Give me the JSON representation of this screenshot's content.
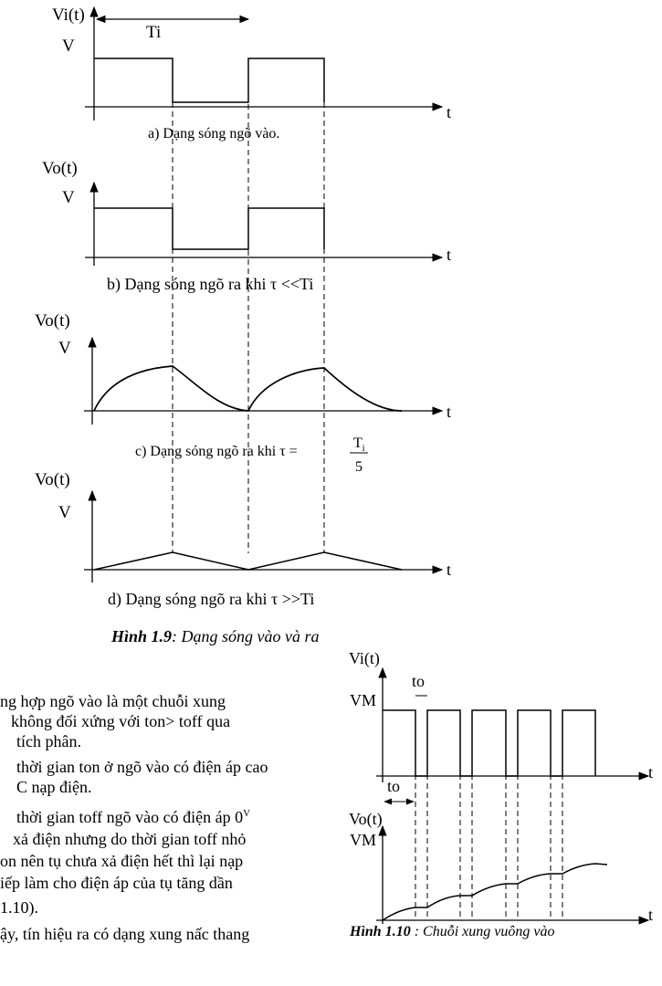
{
  "fig19": {
    "panel_a": {
      "ylabel": "Vi(t)",
      "vlabel": "V",
      "period_label": "Ti",
      "tlabel": "t",
      "caption": "a) Dạng sóng ngõ vào."
    },
    "panel_b": {
      "ylabel": "Vo(t)",
      "vlabel": "V",
      "tlabel": "t",
      "caption": "b) Dạng sóng ngõ ra khi τ <<Ti"
    },
    "panel_c": {
      "ylabel": "Vo(t)",
      "vlabel": "V",
      "tlabel": "t",
      "caption": "c) Dạng sóng ngõ ra khi τ =",
      "frac_num": "T",
      "frac_sub": "i",
      "frac_den": "5"
    },
    "panel_d": {
      "ylabel": "Vo(t)",
      "vlabel": "V",
      "tlabel": "t",
      "caption": "d) Dạng sóng ngõ ra khi τ >>Ti"
    },
    "title_bold": "Hình 1.9",
    "title_rest": ": Dạng sóng vào và ra"
  },
  "fig110": {
    "top": {
      "ylabel": "Vi(t)",
      "vlabel": "VM",
      "to_label": "to",
      "to_label2": "to",
      "tlabel": "t"
    },
    "bottom": {
      "ylabel": "Vo(t)",
      "vlabel": "VM",
      "tlabel": "t"
    },
    "title_bold": "Hình 1.10",
    "title_rest": " : Chuỗi xung vuông vào"
  },
  "body_text": {
    "line1": "ng hợp ngõ vào là một chuỗi xung",
    "line2": "không đối xứng với ton> toff qua",
    "line3": "tích phân.",
    "line4": "thời gian ton ở ngõ vào có điện áp cao",
    "line5": "C nạp điện.",
    "line6a": "thời gian toff ngõ vào có điện áp 0",
    "line6_sup": "V",
    "line7": "xả điện nhưng do thời gian toff nhỏ",
    "line8": "on nên tụ chưa xả điện hết thì lại nạp",
    "line9": "iếp làm cho điện áp của tụ tăng dần",
    "line10": "1.10).",
    "line11": "ậy, tín hiệu ra có dạng xung nấc thang"
  }
}
